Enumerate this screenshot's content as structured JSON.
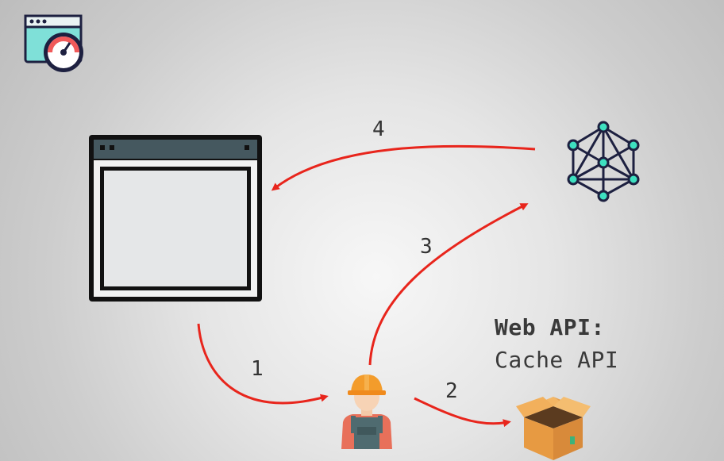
{
  "steps": {
    "one": "1",
    "two": "2",
    "three": "3",
    "four": "4"
  },
  "api": {
    "title": "Web API:",
    "name": "Cache API"
  },
  "icons": {
    "app_logo": "speedometer-window-icon",
    "browser": "browser-window-icon",
    "service_worker": "worker-icon",
    "network": "network-graph-icon",
    "cache": "cache-box-icon"
  },
  "colors": {
    "arrow": "#e8251c",
    "window_frame": "#111111",
    "window_bar": "#45585f",
    "network_node": "#3ee0c0",
    "network_edge": "#1d2040",
    "worker_helmet": "#f39c2b",
    "box": "#d88a3a"
  }
}
